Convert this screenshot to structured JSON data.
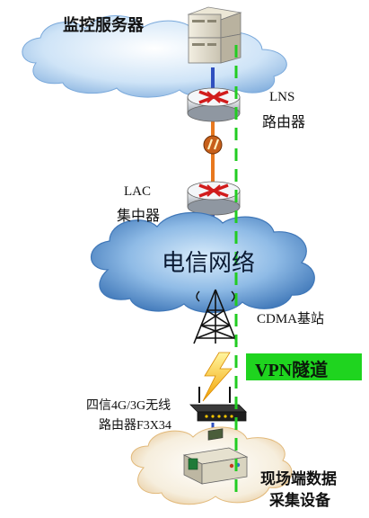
{
  "nodes": {
    "monitor_server": {
      "label": "监控服务器"
    },
    "lns_router": {
      "label_line1": "LNS",
      "label_line2": "路由器"
    },
    "lac_concentrator": {
      "label_line1": "LAC",
      "label_line2": "集中器"
    },
    "telecom_network": {
      "label": "电信网络"
    },
    "cdma_station": {
      "label": "CDMA基站"
    },
    "router_f3x34": {
      "label_line1": "四信4G/3G无线",
      "label_line2": "路由器F3X34"
    },
    "field_device": {
      "label_line1": "现场端数据",
      "label_line2": "采集设备"
    }
  },
  "tunnel": {
    "label": "VPN隧道"
  },
  "colors": {
    "tunnel_line": "#22cc22",
    "tunnel_label_bg": "#1fd41f",
    "cloud_blue": "#5b8fc9",
    "cable_orange": "#e8781e",
    "cable_blue": "#2f4fbf"
  }
}
